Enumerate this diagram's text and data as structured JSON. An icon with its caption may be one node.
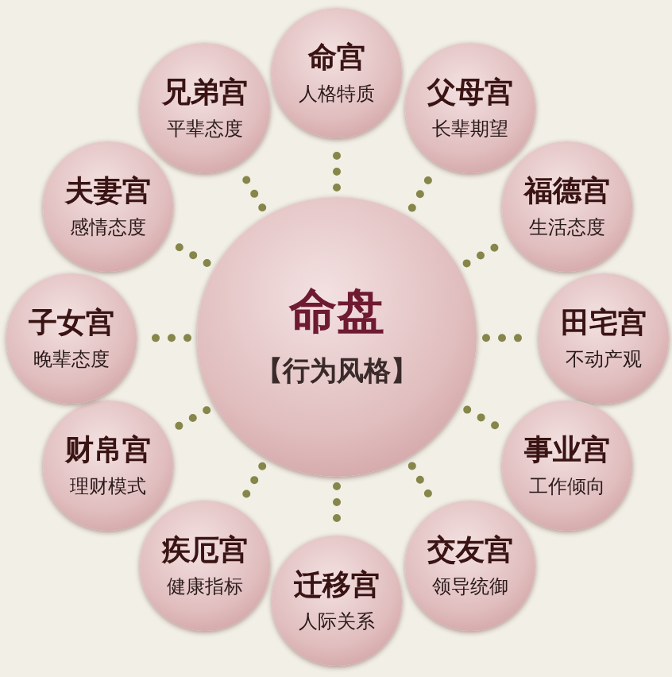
{
  "diagram": {
    "nodes": [
      {
        "text": [
          "命盘",
          "【行为风格】"
        ]
      },
      {
        "text": [
          "命宫",
          "人格特质"
        ]
      },
      {
        "text": [
          "父母宫",
          "长辈期望"
        ]
      },
      {
        "text": [
          "福德宫",
          "生活态度"
        ]
      },
      {
        "text": [
          "田宅宫",
          "不动产观"
        ]
      },
      {
        "text": [
          "事业宫",
          "工作倾向"
        ]
      },
      {
        "text": [
          "交友宫",
          "领导统御"
        ]
      },
      {
        "text": [
          "迁移宫",
          "人际关系"
        ]
      },
      {
        "text": [
          "疾厄宫",
          "健康指标"
        ]
      },
      {
        "text": [
          "财帛宫",
          "理财模式"
        ]
      },
      {
        "text": [
          "子女宫",
          "晚辈态度"
        ]
      },
      {
        "text": [
          "夫妻宫",
          "感情态度"
        ]
      },
      {
        "text": [
          "兄弟宫",
          "平辈态度"
        ]
      }
    ],
    "edges": [
      {
        "from": 0,
        "to": 1,
        "arrow": "none",
        "style": "dashed"
      },
      {
        "from": 0,
        "to": 2,
        "arrow": "none",
        "style": "dashed"
      },
      {
        "from": 0,
        "to": 3,
        "arrow": "none",
        "style": "dashed"
      },
      {
        "from": 0,
        "to": 4,
        "arrow": "none",
        "style": "dashed"
      },
      {
        "from": 0,
        "to": 5,
        "arrow": "none",
        "style": "dashed"
      },
      {
        "from": 0,
        "to": 6,
        "arrow": "none",
        "style": "dashed"
      },
      {
        "from": 0,
        "to": 7,
        "arrow": "none",
        "style": "dashed"
      },
      {
        "from": 0,
        "to": 8,
        "arrow": "none",
        "style": "dashed"
      },
      {
        "from": 0,
        "to": 9,
        "arrow": "none",
        "style": "dashed"
      },
      {
        "from": 0,
        "to": 10,
        "arrow": "none",
        "style": "dashed"
      },
      {
        "from": 0,
        "to": 11,
        "arrow": "none",
        "style": "dashed"
      },
      {
        "from": 0,
        "to": 12,
        "arrow": "none",
        "style": "dashed"
      }
    ]
  }
}
